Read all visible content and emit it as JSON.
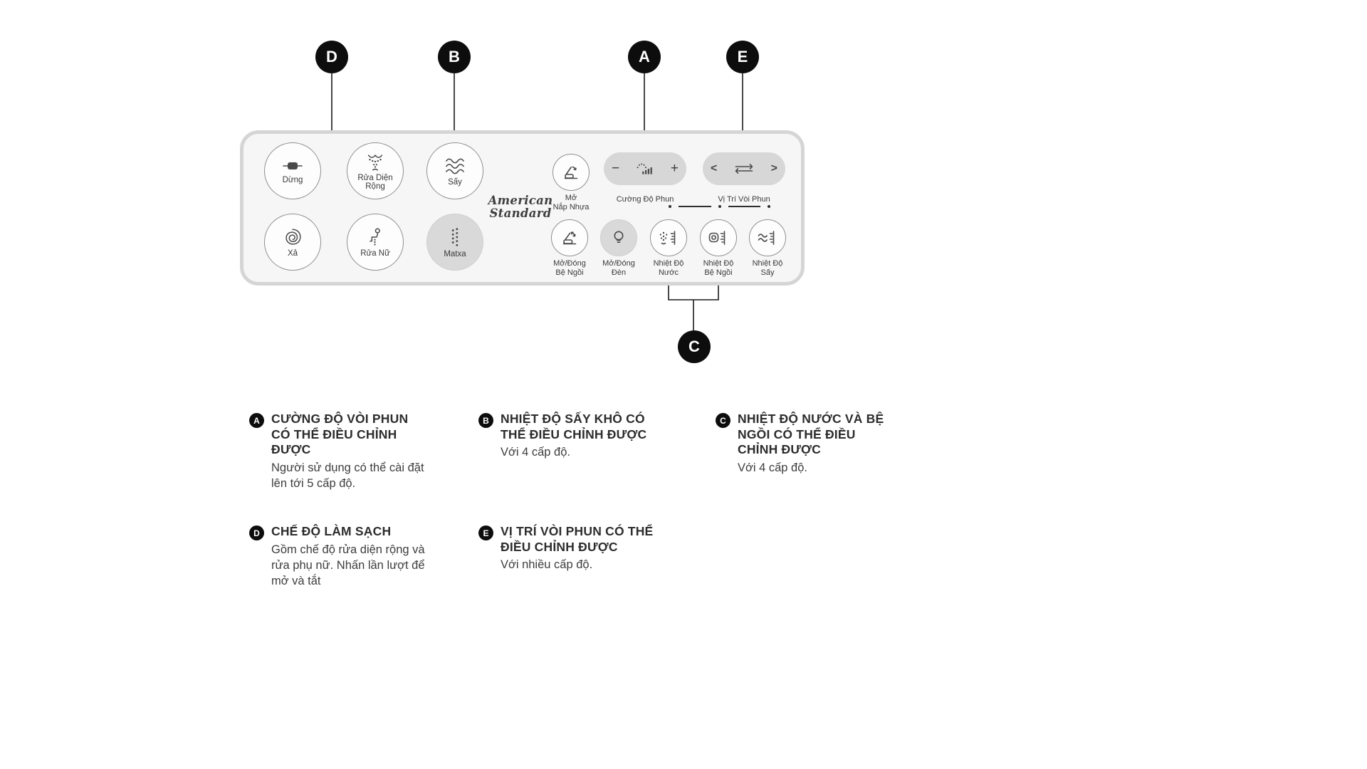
{
  "callouts": {
    "a": "A",
    "b": "B",
    "c": "C",
    "d": "D",
    "e": "E"
  },
  "brand": {
    "line1": "American",
    "line2": "Standard"
  },
  "panel": {
    "buttons": {
      "stop": "Dừng",
      "flush": "Xả",
      "wide_wash": "Rửa Diện\nRộng",
      "female_wash": "Rửa Nữ",
      "dry": "Sấy",
      "massage": "Matxa"
    },
    "controls": {
      "lid_open": "Mở\nNắp Nhựa",
      "spray_strength": "Cường Độ Phun",
      "nozzle_position": "Vị Trí Vòi Phun",
      "seat_open": "Mở/Đóng\nBệ Ngồi",
      "light": "Mở/Đóng\nĐèn",
      "water_temp": "Nhiệt Độ\nNước",
      "seat_temp": "Nhiệt Độ\nBệ Ngồi",
      "dry_temp": "Nhiệt Độ\nSấy",
      "minus": "−",
      "plus": "+",
      "left": "<",
      "right": ">"
    }
  },
  "legend": [
    {
      "letter": "A",
      "title": "CƯỜNG ĐỘ VÒI PHUN CÓ THỂ ĐIỀU CHỈNH ĐƯỢC",
      "desc": "Người sử dụng có thể cài đặt lên tới 5 cấp độ."
    },
    {
      "letter": "B",
      "title": "NHIỆT ĐỘ SẤY KHÔ CÓ THỂ ĐIỀU CHỈNH ĐƯỢC",
      "desc": "Với 4 cấp độ."
    },
    {
      "letter": "C",
      "title": "NHIỆT ĐỘ NƯỚC VÀ BỆ NGỒI CÓ THỂ ĐIỀU CHỈNH ĐƯỢC",
      "desc": "Với 4 cấp độ."
    },
    {
      "letter": "D",
      "title": "CHẾ ĐỘ LÀM SẠCH",
      "desc": "Gồm chế độ rửa diện rộng và rửa phụ nữ. Nhấn lần lượt để mở và tắt"
    },
    {
      "letter": "E",
      "title": "VỊ TRÍ VÒI PHUN CÓ THỂ ĐIỀU CHỈNH ĐƯỢC",
      "desc": "Với nhiều cấp độ."
    }
  ],
  "colors": {
    "callout_bg": "#0d0d0d",
    "panel_border": "#d5d5d5",
    "button_active_fill": "#d9d9d9",
    "text": "#3a3a3a"
  }
}
